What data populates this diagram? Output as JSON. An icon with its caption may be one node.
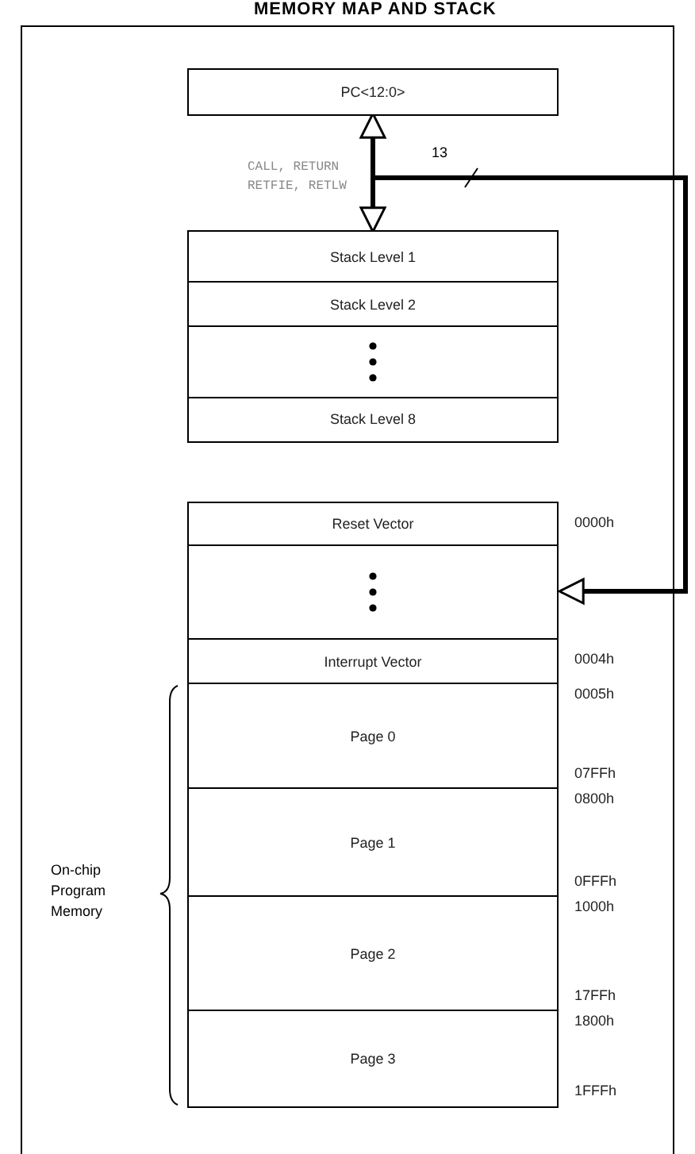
{
  "diagram": {
    "title": "MEMORY MAP AND STACK",
    "nodes": [
      {
        "text": [
          "PC<12:0>"
        ]
      },
      {
        "text": [
          "Stack Level 1"
        ]
      },
      {
        "text": [
          "Stack Level 2"
        ]
      },
      {
        "text": [],
        "shape": "box"
      },
      {
        "text": [
          "Stack Level 8"
        ]
      },
      {
        "text": [
          "Reset Vector"
        ],
        "beside": [
          "0000h"
        ]
      },
      {
        "text": [],
        "shape": "box"
      },
      {
        "text": [
          "Interrupt Vector"
        ],
        "beside": [
          "0004h"
        ]
      },
      {
        "text": [
          "Page 0"
        ],
        "beside": [
          "0005h",
          "07FFh"
        ]
      },
      {
        "text": [
          "Page 1"
        ],
        "beside": [
          "0800h",
          "0FFFh"
        ]
      },
      {
        "text": [
          "Page 2"
        ],
        "beside": [
          "1000h",
          "17FFh"
        ]
      },
      {
        "text": [
          "Page 3"
        ],
        "beside": [
          "1800h",
          "1FFFh"
        ]
      }
    ],
    "edges": [
      {
        "from": 0,
        "to": 1,
        "arrow": "both",
        "label": "CALL, RETURN RETFIE, RETLW"
      },
      {
        "from": 0,
        "to": 6,
        "arrow": "to",
        "label": "13"
      }
    ],
    "labels": [
      "On-chip Program Memory"
    ]
  }
}
